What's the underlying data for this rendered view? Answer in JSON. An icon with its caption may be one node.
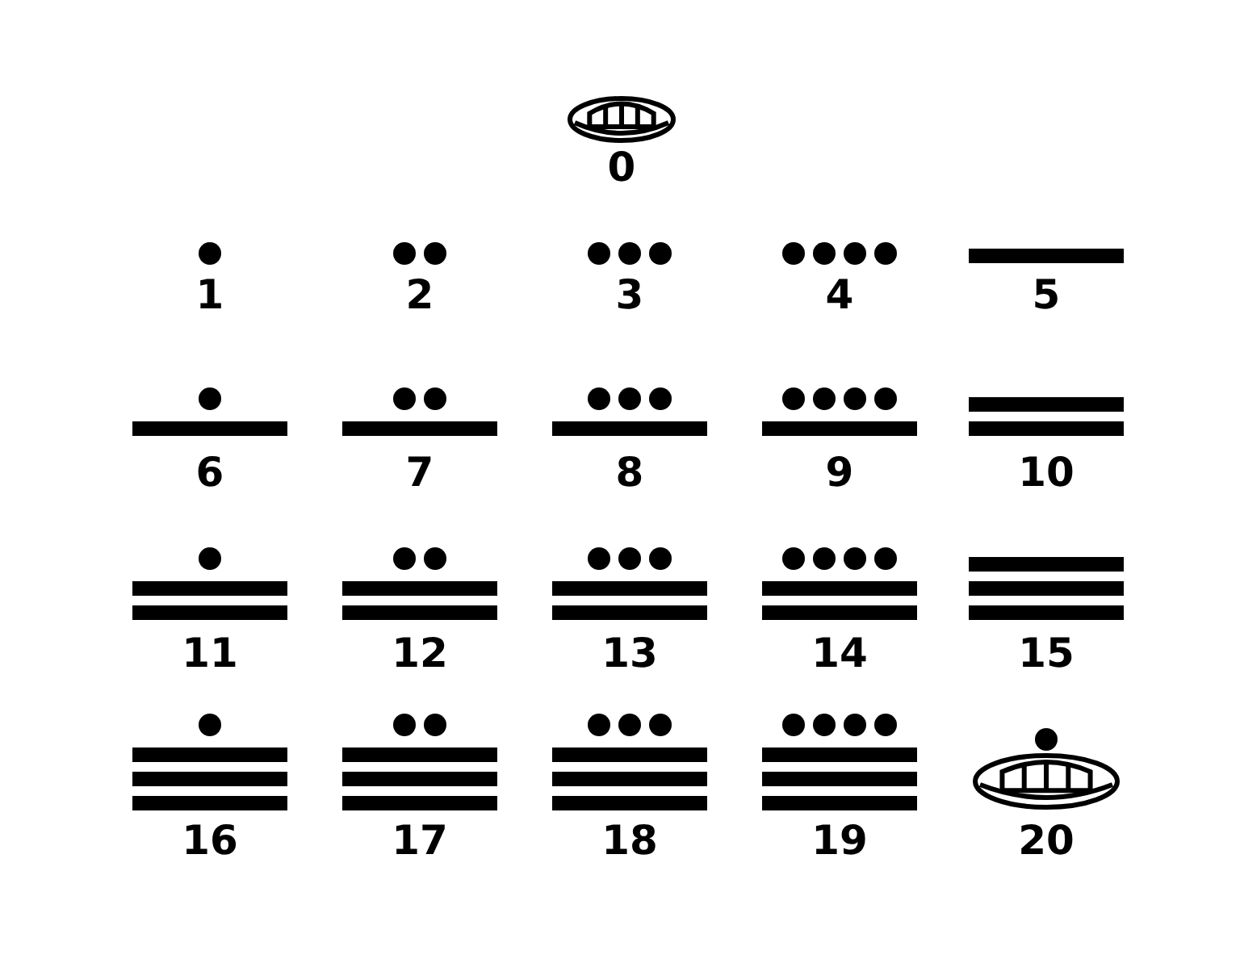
{
  "diagram": {
    "labels": [
      "0",
      "1",
      "2",
      "3",
      "4",
      "5",
      "6",
      "7",
      "8",
      "9",
      "10",
      "11",
      "12",
      "13",
      "14",
      "15",
      "16",
      "17",
      "18",
      "19",
      "20"
    ]
  }
}
